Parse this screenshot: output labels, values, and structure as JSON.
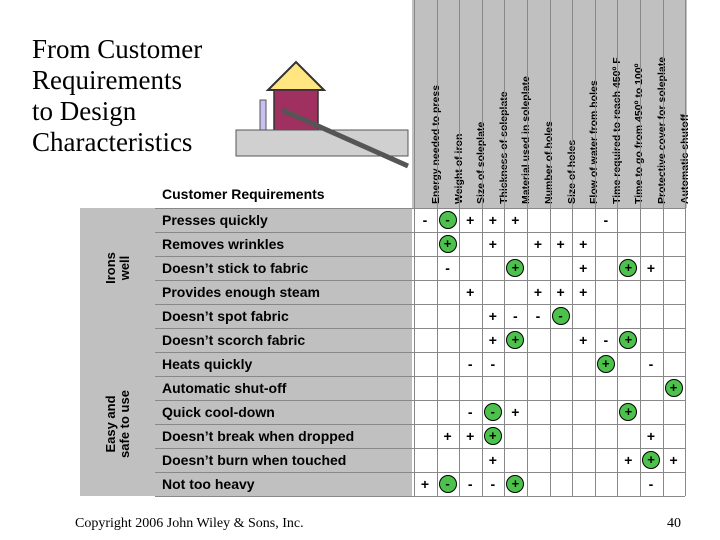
{
  "title_lines": [
    "From Customer",
    "Requirements",
    "to Design",
    "Characteristics"
  ],
  "customer_requirements_header": "Customer Requirements",
  "groups": [
    {
      "label_lines": [
        "Irons",
        "well"
      ]
    },
    {
      "label_lines": [
        "Easy and",
        "safe to use"
      ]
    }
  ],
  "requirements": [
    "Presses quickly",
    "Removes wrinkles",
    "Doesn’t stick to fabric",
    "Provides enough steam",
    "Doesn’t spot fabric",
    "Doesn’t scorch fabric",
    "Heats quickly",
    "Automatic shut-off",
    "Quick cool-down",
    "Doesn’t break when dropped",
    "Doesn’t burn when touched",
    "Not too heavy"
  ],
  "design_characteristics": [
    "Energy needed to press",
    "Weight of iron",
    "Size of soleplate",
    "Thickness of soleplate",
    "Material used in soleplate",
    "Number of holes",
    "Size of holes",
    "Flow of water from holes",
    "Time required to reach 450º F",
    "Time  to go from 450º to 100º",
    "Protective cover for soleplate",
    "Automatic shutoff"
  ],
  "matrix": [
    [
      "-",
      "-",
      "+",
      "+",
      "+",
      "",
      "",
      "",
      "-",
      "",
      "",
      ""
    ],
    [
      "",
      "+",
      "",
      "+",
      "",
      "+",
      "+",
      "+",
      "",
      "",
      "",
      ""
    ],
    [
      "",
      "-",
      "",
      "",
      "+",
      "",
      "",
      "+",
      "",
      "+",
      "+",
      ""
    ],
    [
      "",
      "",
      "+",
      "",
      "",
      "+",
      "+",
      "+",
      "",
      "",
      "",
      ""
    ],
    [
      "",
      "",
      "",
      "+",
      "-",
      "-",
      "-",
      "",
      "",
      "",
      "",
      ""
    ],
    [
      "",
      "",
      "",
      "+",
      "+",
      "",
      "",
      "+",
      "-",
      "+",
      "",
      ""
    ],
    [
      "",
      "",
      "-",
      "-",
      "",
      "",
      "",
      "",
      "+",
      "",
      "-",
      ""
    ],
    [
      "",
      "",
      "",
      "",
      "",
      "",
      "",
      "",
      "",
      "",
      "",
      "+"
    ],
    [
      "",
      "",
      "-",
      "-",
      "+",
      "",
      "",
      "",
      "",
      "+",
      "",
      ""
    ],
    [
      "",
      "+",
      "+",
      "+",
      "",
      "",
      "",
      "",
      "",
      "",
      "+",
      ""
    ],
    [
      "",
      "",
      "",
      "+",
      "",
      "",
      "",
      "",
      "",
      "+",
      "+",
      "+"
    ],
    [
      "+",
      "-",
      "-",
      "-",
      "+",
      "",
      "",
      "",
      "",
      "",
      "-",
      ""
    ]
  ],
  "highlighted": [
    [
      1
    ],
    [
      1
    ],
    [
      4,
      9
    ],
    [],
    [
      6
    ],
    [
      4,
      9
    ],
    [
      8
    ],
    [
      11
    ],
    [
      3,
      9
    ],
    [
      3
    ],
    [
      10
    ],
    [
      1,
      4
    ]
  ],
  "highlight_color": "#4cc24c",
  "footer": "Copyright 2006 John Wiley & Sons, Inc.",
  "page_number": "40"
}
